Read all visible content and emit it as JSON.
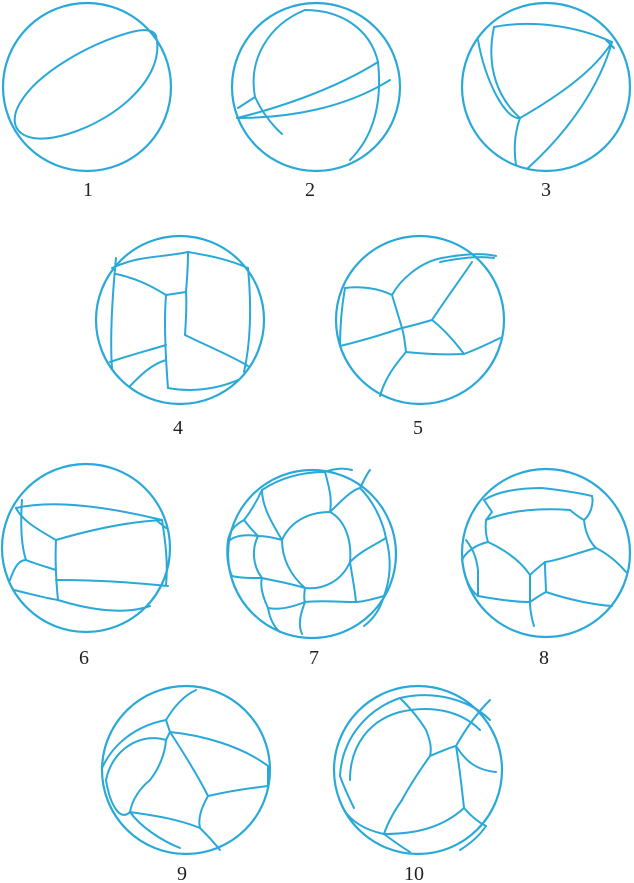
{
  "colors": {
    "stroke": "#2aa9d8",
    "label": "#222222",
    "background": "#ffffff"
  },
  "figures": [
    {
      "number": "1",
      "description": "sphere with 1 seam"
    },
    {
      "number": "2",
      "description": "sphere divided into 3 panels"
    },
    {
      "number": "3",
      "description": "sphere divided into 4 panels"
    },
    {
      "number": "4",
      "description": "sphere divided into 6 panels"
    },
    {
      "number": "5",
      "description": "sphere divided into 6 panels"
    },
    {
      "number": "6",
      "description": "sphere divided into 6 panels"
    },
    {
      "number": "7",
      "description": "sphere divided into many panels"
    },
    {
      "number": "8",
      "description": "sphere divided into many panels"
    },
    {
      "number": "9",
      "description": "sphere divided into panels"
    },
    {
      "number": "10",
      "description": "sphere divided into panels"
    }
  ]
}
